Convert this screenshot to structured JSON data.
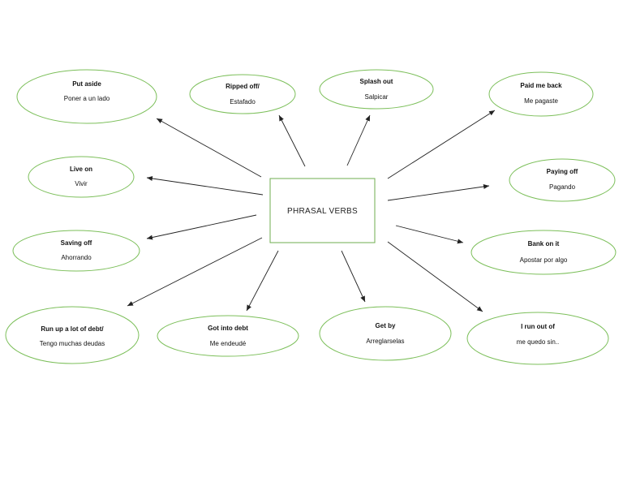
{
  "diagram": {
    "center": {
      "label": "PHRASAL VERBS"
    },
    "colors": {
      "ellipse_stroke": "#7cbf5a",
      "box_stroke": "#6fae4f",
      "arrow": "#222222"
    },
    "nodes": [
      {
        "title": "Put aside",
        "translation": "Poner a un lado"
      },
      {
        "title": "Ripped off/",
        "translation": "Estafado"
      },
      {
        "title": "Splash out",
        "translation": "Salpicar"
      },
      {
        "title": "Paid me back",
        "translation": "Me pagaste"
      },
      {
        "title": "Live on",
        "translation": "Vivir"
      },
      {
        "title": "Paying off",
        "translation": "Pagando"
      },
      {
        "title": "Saving off",
        "translation": "Ahorrando"
      },
      {
        "title": "Bank on it",
        "translation": "Apostar por algo"
      },
      {
        "title": "Run up a lot of debt/",
        "translation": "Tengo muchas deudas"
      },
      {
        "title": "Got into debt",
        "translation": "Me endeudé"
      },
      {
        "title": "Get by",
        "translation": "Arreglarselas"
      },
      {
        "title": "I run out of",
        "translation": "me quedo sin.."
      }
    ]
  }
}
